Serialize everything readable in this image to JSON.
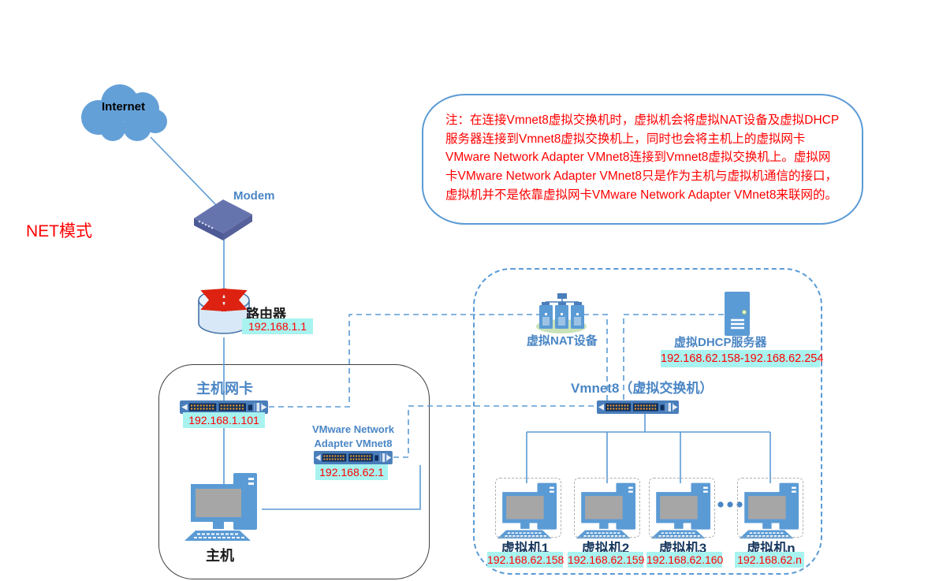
{
  "diagram_title": "NET模式",
  "note": {
    "text": "注：在连接Vmnet8虚拟交换机时，虚拟机会将虚拟NAT设备及虚拟DHCP服务器连接到Vmnet8虚拟交换机上，同时也会将主机上的虚拟网卡 VMware Network Adapter VMnet8连接到Vmnet8虚拟交换机上。虚拟网卡VMware Network Adapter VMnet8只是作为主机与虚拟机通信的接口，虚拟机并不是依靠虚拟网卡VMware Network Adapter VMnet8来联网的。"
  },
  "internet": {
    "label": "Internet"
  },
  "modem": {
    "label": "Modem"
  },
  "router": {
    "label": "路由器",
    "ip": "192.168.1.1"
  },
  "host": {
    "nic_label": "主机网卡",
    "nic_ip": "192.168.1.101",
    "adapter_label": "VMware Network Adapter VMnet8",
    "adapter_ip": "192.168.62.1",
    "label": "主机"
  },
  "virtual_network": {
    "nat_label": "虚拟NAT设备",
    "dhcp_label": "虚拟DHCP服务器",
    "dhcp_range": "192.168.62.158-192.168.62.254",
    "switch_label": "Vmnet8（虚拟交换机）",
    "vms": [
      {
        "label": "虚拟机1",
        "ip": "192.168.62.158"
      },
      {
        "label": "虚拟机2",
        "ip": "192.168.62.159"
      },
      {
        "label": "虚拟机3",
        "ip": "192.168.62.160"
      },
      {
        "label": "虚拟机n",
        "ip": "192.168.62.n"
      }
    ]
  },
  "colors": {
    "accent_blue": "#4a86c5",
    "line_blue": "#5b9bd5",
    "badge_bg": "#a8f3ef",
    "badge_text": "#ff0000",
    "note_text": "#ff0000",
    "vm_label": "#17375e",
    "cloud_fill": "#64a0d8",
    "modem_fill": "#5f6cab"
  }
}
